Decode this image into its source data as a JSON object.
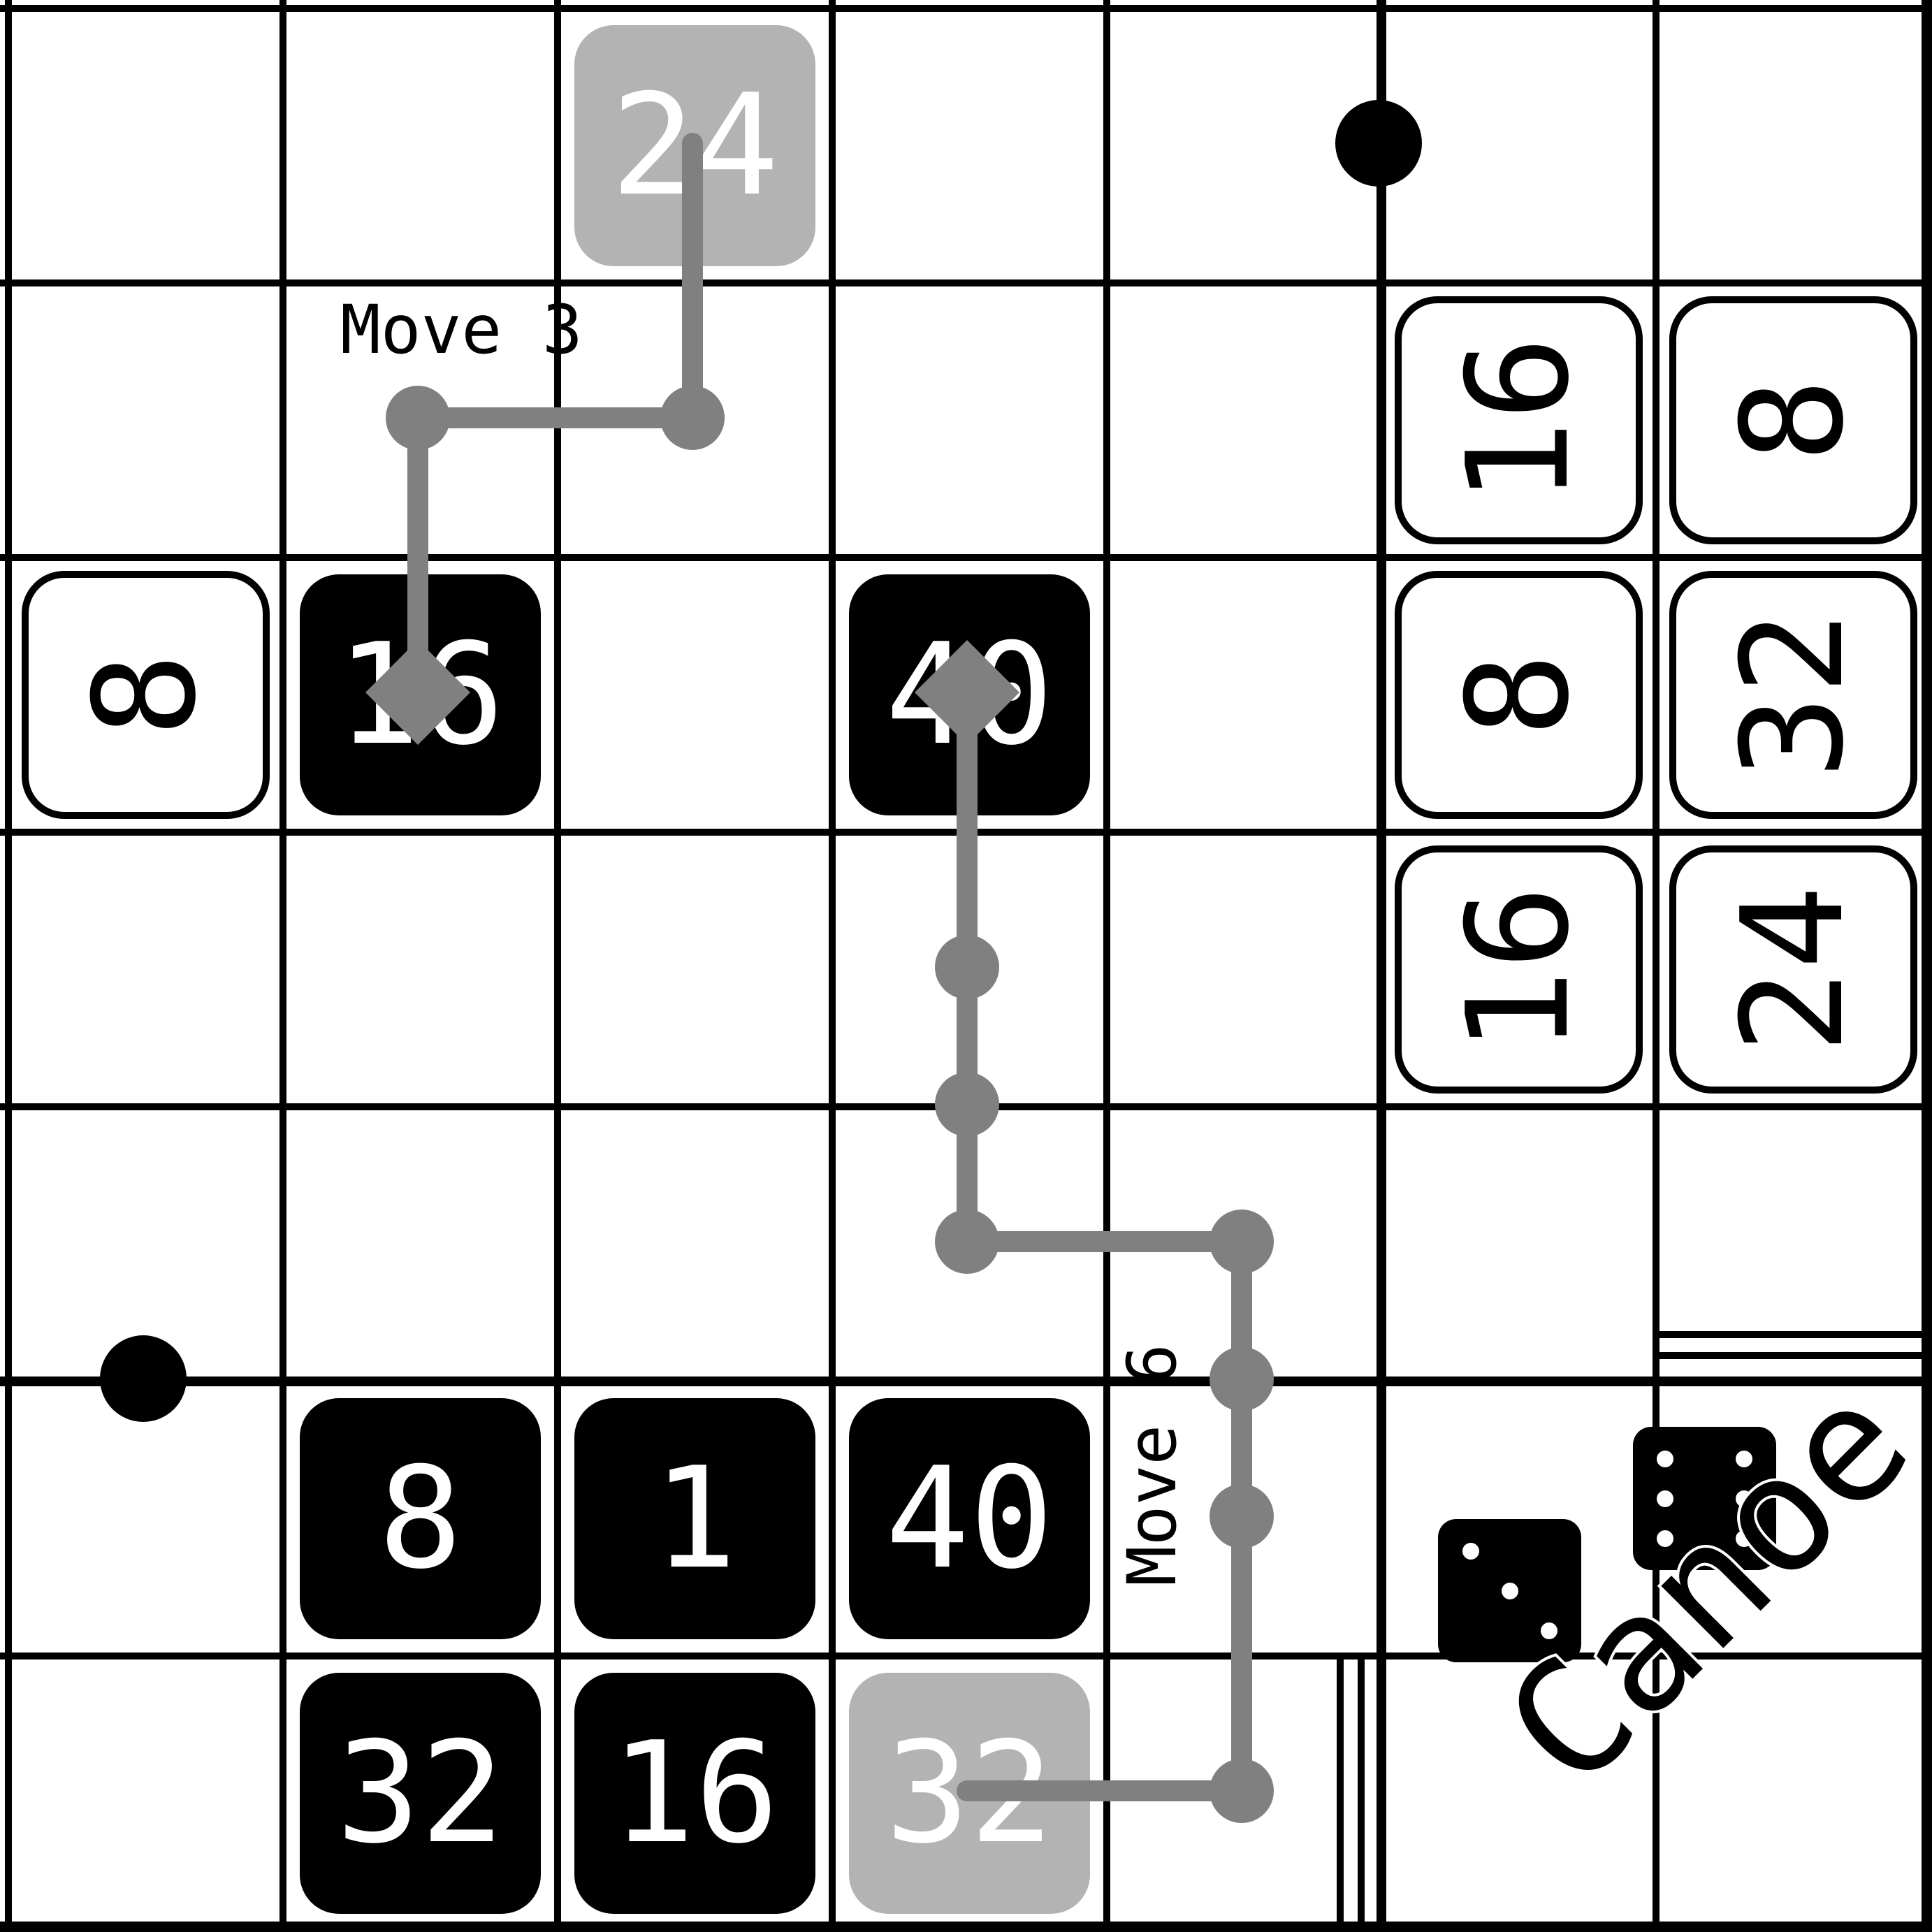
{
  "game": {
    "name_label": "Canoe",
    "colors": {
      "ink": "#000000",
      "paper": "#ffffff",
      "ghost_tile": "#b3b3b3",
      "path": "#808080"
    },
    "move_labels": [
      "Move 3",
      "Move 6"
    ],
    "left_side_tiles": [
      {
        "value": "24",
        "style": "ghost",
        "col": 2,
        "row": 0
      },
      {
        "value": "8",
        "style": "white",
        "col": 0,
        "row": 2,
        "rotate": -90
      },
      {
        "value": "16",
        "style": "black",
        "col": 1,
        "row": 2
      },
      {
        "value": "40",
        "style": "black",
        "col": 3,
        "row": 2
      },
      {
        "value": "8",
        "style": "black",
        "col": 1,
        "row": 5
      },
      {
        "value": "1",
        "style": "black",
        "col": 2,
        "row": 5
      },
      {
        "value": "40",
        "style": "black",
        "col": 3,
        "row": 5
      },
      {
        "value": "32",
        "style": "black",
        "col": 1,
        "row": 6
      },
      {
        "value": "16",
        "style": "black",
        "col": 2,
        "row": 6
      },
      {
        "value": "32",
        "style": "ghost",
        "col": 3,
        "row": 6
      }
    ],
    "right_side_tiles": [
      {
        "value": "16",
        "style": "white",
        "col": 5,
        "row": 1
      },
      {
        "value": "8",
        "style": "white",
        "col": 6,
        "row": 1
      },
      {
        "value": "8",
        "style": "white",
        "col": 5,
        "row": 2
      },
      {
        "value": "32",
        "style": "white",
        "col": 6,
        "row": 2
      },
      {
        "value": "16",
        "style": "white",
        "col": 5,
        "row": 3
      },
      {
        "value": "24",
        "style": "white",
        "col": 6,
        "row": 3
      }
    ],
    "dice": [
      {
        "name": "die-three",
        "pips": 3
      },
      {
        "name": "die-six",
        "pips": 6
      }
    ],
    "move_paths": [
      {
        "move": "Move 3",
        "cells": [
          [
            2,
            0
          ],
          [
            2,
            1
          ],
          [
            1,
            1
          ],
          [
            1,
            2
          ]
        ]
      },
      {
        "move": "Move 6",
        "cells": [
          [
            3,
            6
          ],
          [
            4,
            6
          ],
          [
            4,
            5
          ],
          [
            4,
            4
          ],
          [
            3,
            4
          ],
          [
            3,
            3
          ],
          [
            3,
            2
          ]
        ]
      }
    ]
  }
}
